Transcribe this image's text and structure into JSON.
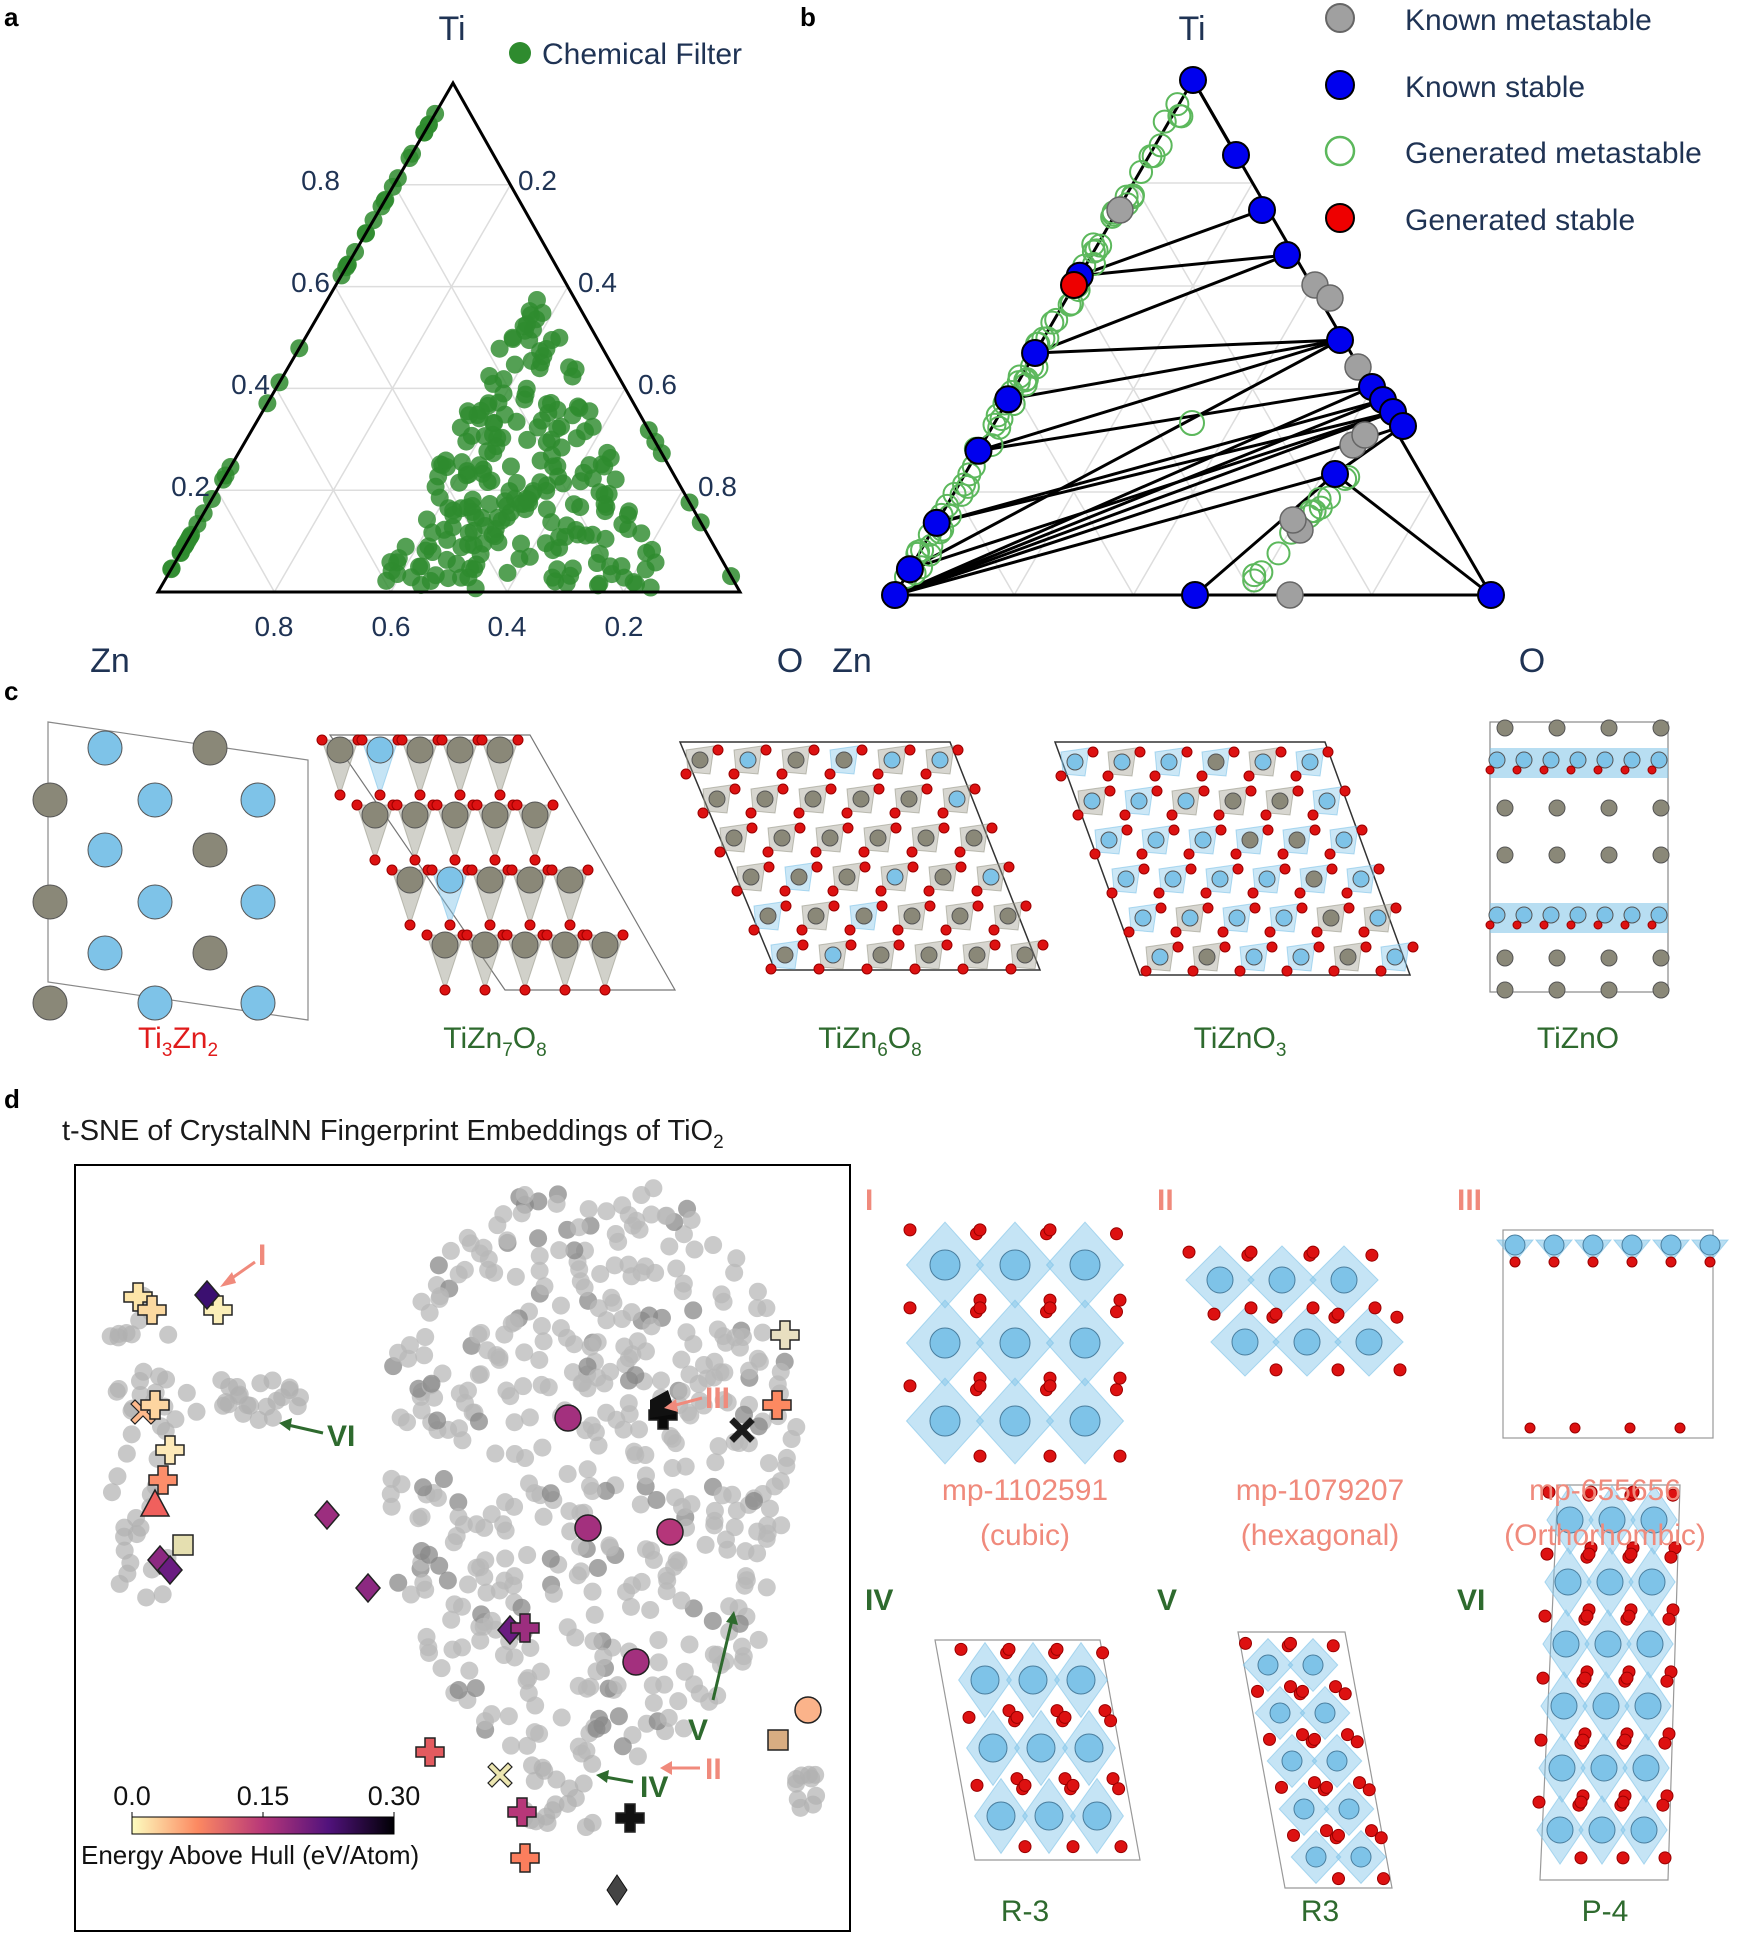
{
  "panels": {
    "a": {
      "letter": "a",
      "vertex_top": "Ti",
      "vertex_left": "Zn",
      "vertex_right": "O",
      "legend": "Chemical Filter",
      "left_ticks": [
        "0.8",
        "0.6",
        "0.4",
        "0.2"
      ],
      "right_ticks": [
        "0.2",
        "0.4",
        "0.6",
        "0.8"
      ],
      "bottom_ticks": [
        "0.8",
        "0.6",
        "0.4",
        "0.2"
      ]
    },
    "b": {
      "letter": "b",
      "vertex_top": "Ti",
      "vertex_left": "Zn",
      "vertex_right": "O",
      "legend": [
        "Known metastable",
        "Known stable",
        "Generated metastable",
        "Generated stable"
      ]
    },
    "c": {
      "letter": "c",
      "structures": [
        {
          "main": "Ti",
          "s1": "3",
          "m2": "Zn",
          "s2": "2",
          "m3": "",
          "s3": ""
        },
        {
          "main": "TiZn",
          "s1": "7",
          "m2": "O",
          "s2": "8",
          "m3": "",
          "s3": ""
        },
        {
          "main": "TiZn",
          "s1": "6",
          "m2": "O",
          "s2": "8",
          "m3": "",
          "s3": ""
        },
        {
          "main": "TiZnO",
          "s1": "3",
          "m2": "",
          "s2": "",
          "m3": "",
          "s3": ""
        },
        {
          "main": "TiZnO",
          "s1": "",
          "m2": "",
          "s2": "",
          "m3": "",
          "s3": ""
        }
      ]
    },
    "d": {
      "letter": "d",
      "title_main": "t-SNE of CrystalNN Fingerprint Embeddings of TiO",
      "title_sub": "2",
      "colorbar_ticks": [
        "0.0",
        "0.15",
        "0.30"
      ],
      "colorbar_label": "Energy Above Hull (eV/Atom)",
      "annotations": [
        "I",
        "II",
        "III",
        "IV",
        "V",
        "VI"
      ],
      "structures": [
        {
          "numeral": "I",
          "id": "mp-1102591",
          "lattice": "(cubic)"
        },
        {
          "numeral": "II",
          "id": "mp-1079207",
          "lattice": "(hexagonal)"
        },
        {
          "numeral": "III",
          "id": "mp-655656",
          "lattice": "(Orthorhombic)"
        },
        {
          "numeral": "IV",
          "group": "R-3"
        },
        {
          "numeral": "V",
          "group": "R3"
        },
        {
          "numeral": "VI",
          "group": "P-4"
        }
      ]
    }
  },
  "colors": {
    "green": "#2e8b2e",
    "green_text": "#2e6a2e",
    "navy": "#1f3354",
    "salmon": "#f08a7c",
    "known_stable": "#0000ee",
    "generated_stable": "#ee0000",
    "known_metastable": "#a0a0a0",
    "ti_atom": "#7ec3e8",
    "zn_atom": "#8a8878",
    "o_atom": "#dd1111"
  }
}
